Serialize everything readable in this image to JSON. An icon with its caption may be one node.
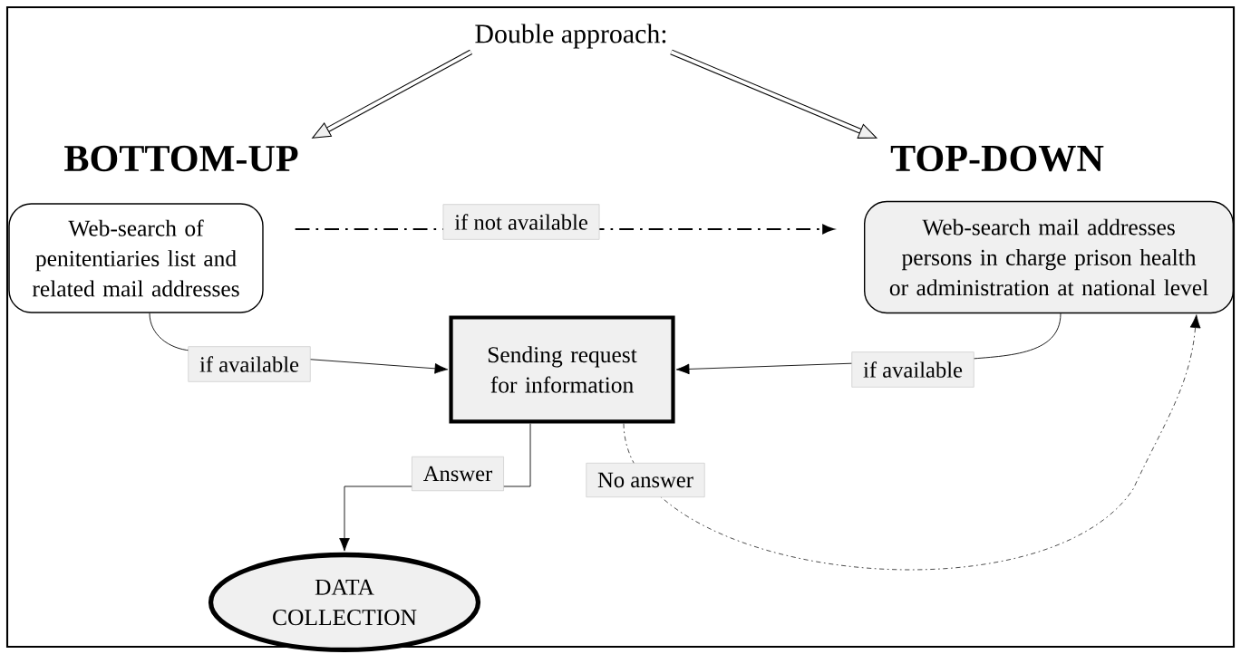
{
  "diagram": {
    "nodes": [
      {
        "text": [
          "Double approach:"
        ]
      },
      {
        "text": [
          "BOTTOM-UP"
        ]
      },
      {
        "text": [
          "TOP-DOWN"
        ]
      },
      {
        "text": [
          "Web-search of penitentiaries list and related mail addresses"
        ]
      },
      {
        "text": [
          "Web-search mail addresses persons in charge prison health or administration at national level"
        ]
      },
      {
        "text": [
          "Sending request for information"
        ]
      },
      {
        "text": [
          "DATA COLLECTION"
        ]
      }
    ],
    "edges": [
      {
        "from": 0,
        "to": 1,
        "arrow": "to",
        "style": "thick"
      },
      {
        "from": 0,
        "to": 2,
        "arrow": "to",
        "style": "thick"
      },
      {
        "from": 3,
        "to": 4,
        "arrow": "to",
        "label": "if not available",
        "style": "dashed"
      },
      {
        "from": 3,
        "to": 5,
        "arrow": "to",
        "label": "if available"
      },
      {
        "from": 4,
        "to": 5,
        "arrow": "to",
        "label": "if available"
      },
      {
        "from": 5,
        "to": 6,
        "arrow": "to",
        "label": "Answer"
      },
      {
        "from": 5,
        "to": 4,
        "arrow": "to",
        "label": "No answer",
        "style": "dashed"
      }
    ]
  }
}
